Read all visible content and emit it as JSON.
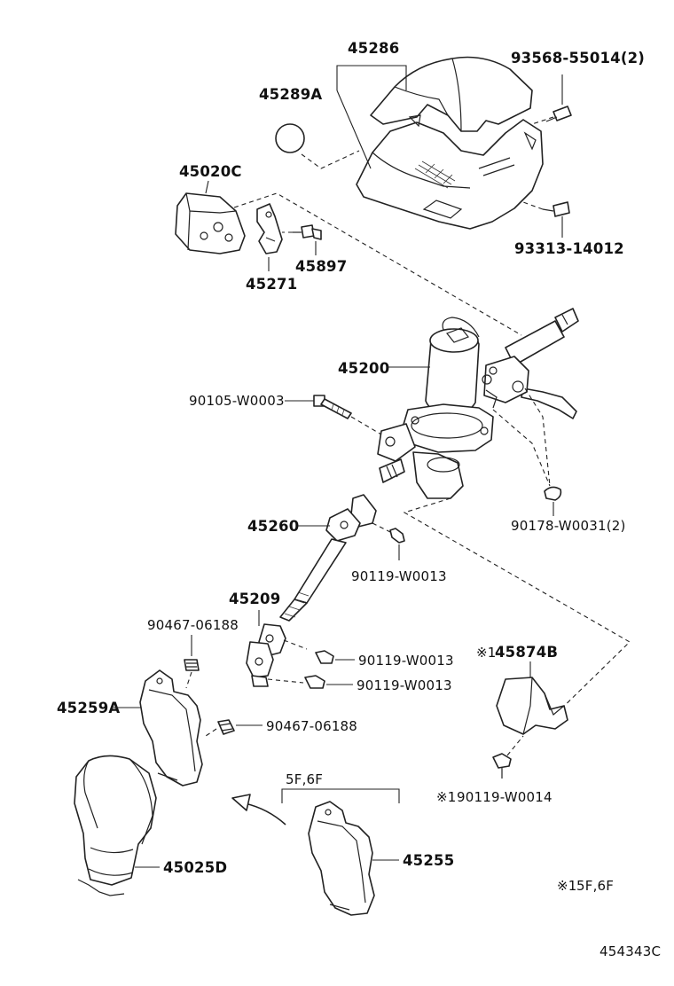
{
  "labels": {
    "p45286": "45286",
    "p45289A": "45289A",
    "p93568": "93568-55014(2)",
    "p45020C": "45020C",
    "p93313": "93313-14012",
    "p45897": "45897",
    "p45271": "45271",
    "p45200": "45200",
    "p90105": "90105-W0003",
    "p90178": "90178-W0031(2)",
    "p45260": "45260",
    "p90119a": "90119-W0013",
    "p45209": "45209",
    "p90467a": "90467-06188",
    "p90119b": "90119-W0013",
    "p90119c": "90119-W0013",
    "p45874B": "45874B",
    "p45259A": "45259A",
    "p90467b": "90467-06188",
    "variant": "5F,6F",
    "p90119d": "90119-W0014",
    "p45255": "45255",
    "p45025D": "45025D",
    "note": "5F,6F",
    "mark": "※1",
    "drawing_id": "454343C"
  }
}
